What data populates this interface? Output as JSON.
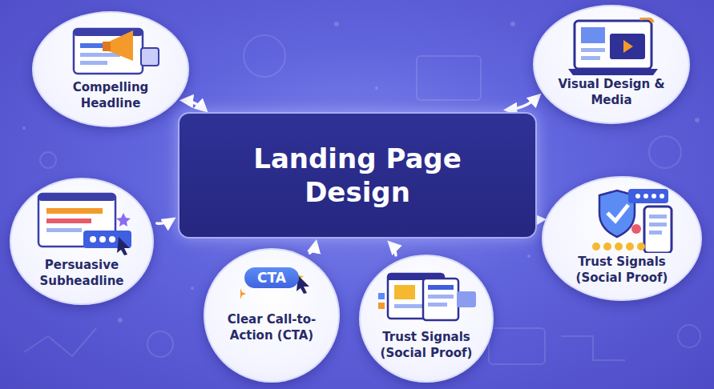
{
  "diagram": {
    "nodes": [
      {
        "text": [
          "Compelling Headline"
        ]
      },
      {
        "text": [
          "Landing Page Design"
        ]
      },
      {
        "text": [
          "Visual Design & Media"
        ]
      },
      {
        "text": [
          "Persuasive Subheadline"
        ]
      },
      {
        "text": [
          "Trust Signals (Social Proof)"
        ]
      },
      {
        "text": [
          "CTA",
          "Clear Call-to-Action (CTA)"
        ]
      },
      {
        "text": [
          "Trust Signals (Social Proof)"
        ]
      }
    ],
    "edges": [
      {
        "from": 1,
        "to": 0,
        "arrow": "both"
      },
      {
        "from": 1,
        "to": 2,
        "arrow": "both"
      },
      {
        "from": 3,
        "to": 1,
        "arrow": "to"
      },
      {
        "from": 4,
        "to": 1,
        "arrow": "to"
      },
      {
        "from": 5,
        "to": 1,
        "arrow": "to"
      },
      {
        "from": 6,
        "to": 1,
        "arrow": "to"
      }
    ]
  }
}
